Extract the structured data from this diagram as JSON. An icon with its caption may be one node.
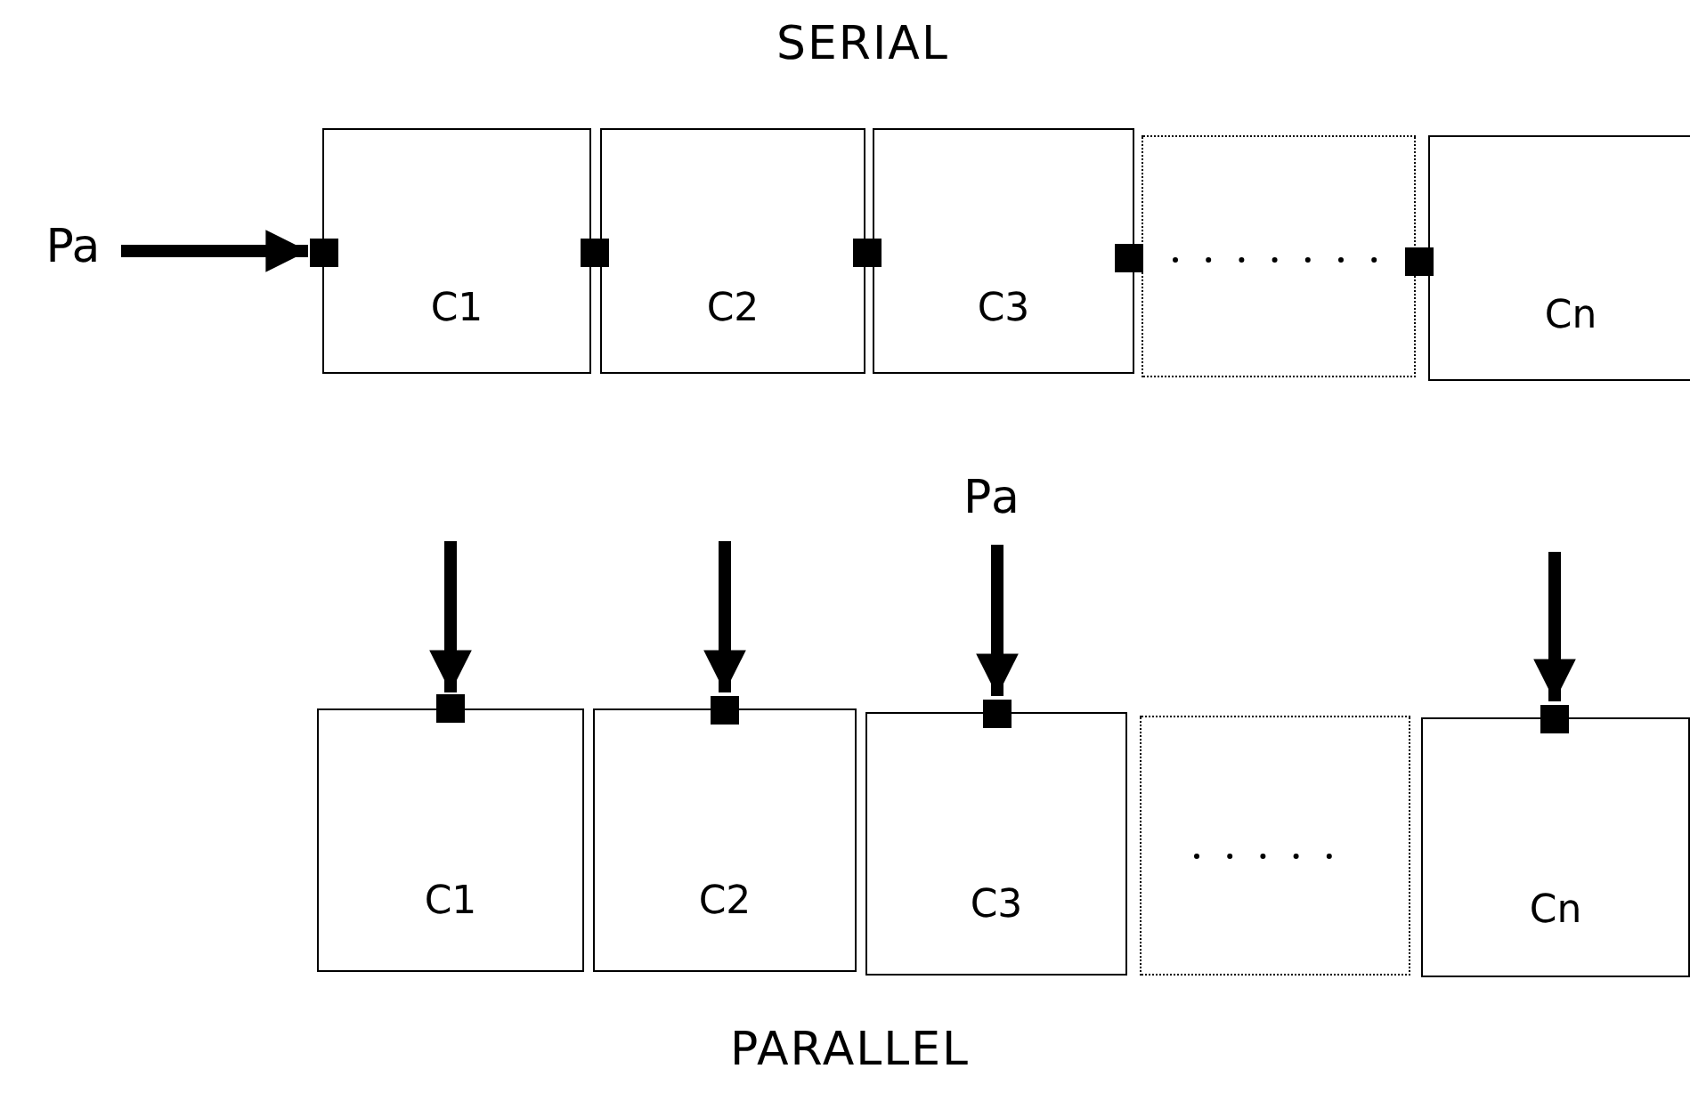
{
  "diagram": {
    "nodes": [
      {
        "text": [
          "Pa"
        ]
      },
      {
        "text": [
          "C1"
        ]
      },
      {
        "text": [
          "C2"
        ]
      },
      {
        "text": [
          "C3"
        ]
      },
      {
        "text": [],
        "shape": "box"
      },
      {
        "text": [
          "Cn"
        ]
      },
      {
        "text": [
          "C1"
        ]
      },
      {
        "text": [
          "C2"
        ]
      },
      {
        "text": [
          "C3"
        ]
      },
      {
        "text": [],
        "shape": "box"
      },
      {
        "text": [
          "Cn"
        ]
      }
    ],
    "edges": [
      {
        "from": 0,
        "to": 1,
        "arrow": "to"
      },
      {
        "from": null,
        "to": 6,
        "arrow": "to"
      },
      {
        "from": null,
        "to": 7,
        "arrow": "to"
      },
      {
        "from": null,
        "to": 8,
        "arrow": "to"
      },
      {
        "from": null,
        "to": 10,
        "arrow": "to"
      }
    ],
    "labels": [
      "SERIAL",
      "Pa",
      "PARALLEL"
    ]
  }
}
